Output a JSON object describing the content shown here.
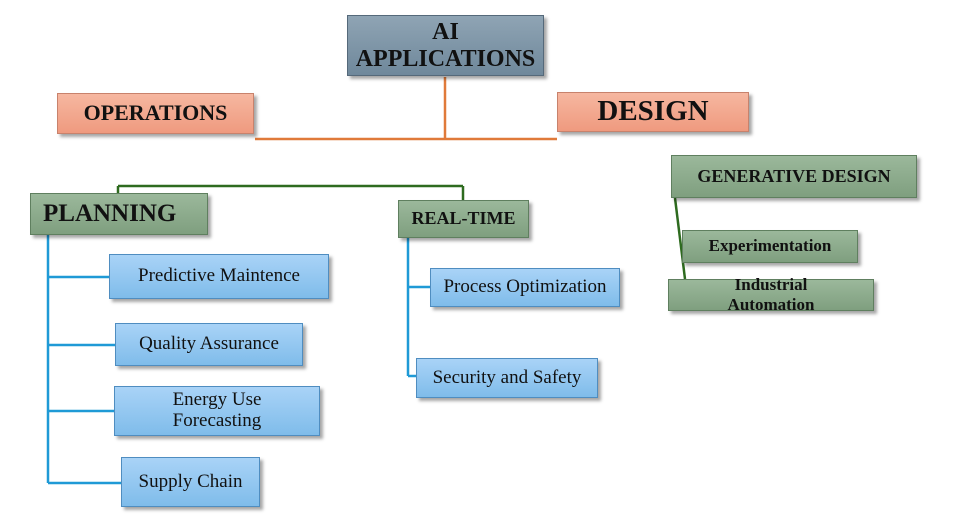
{
  "colors": {
    "root_fill": "#7f96a8",
    "design_branch_fill": "#f2a68c",
    "category_fill": "#8fad8f",
    "item_fill": "#94c8f1",
    "orange_line": "#e07a3a",
    "green_line": "#2e6b1f",
    "blue_line": "#1f9ad6"
  },
  "diagram": {
    "root": {
      "label": "AI\nAPPLICATIONS"
    },
    "operations": {
      "label": "OPERATIONS"
    },
    "design": {
      "label": "DESIGN"
    },
    "planning": {
      "label": "PLANNING",
      "items": [
        {
          "label": "Predictive  Maintence"
        },
        {
          "label": "Quality Assurance"
        },
        {
          "label": "Energy Use\nForecasting"
        },
        {
          "label": "Supply Chain"
        }
      ]
    },
    "realtime": {
      "label": "REAL-TIME",
      "items": [
        {
          "label": "Process  Optimization"
        },
        {
          "label": "Security and Safety"
        }
      ]
    },
    "generative_design": {
      "label": "GENERATIVE DESIGN"
    },
    "experimentation": {
      "label": "Experimentation"
    },
    "industrial_automation": {
      "label": "Industrial\nAutomation"
    }
  }
}
